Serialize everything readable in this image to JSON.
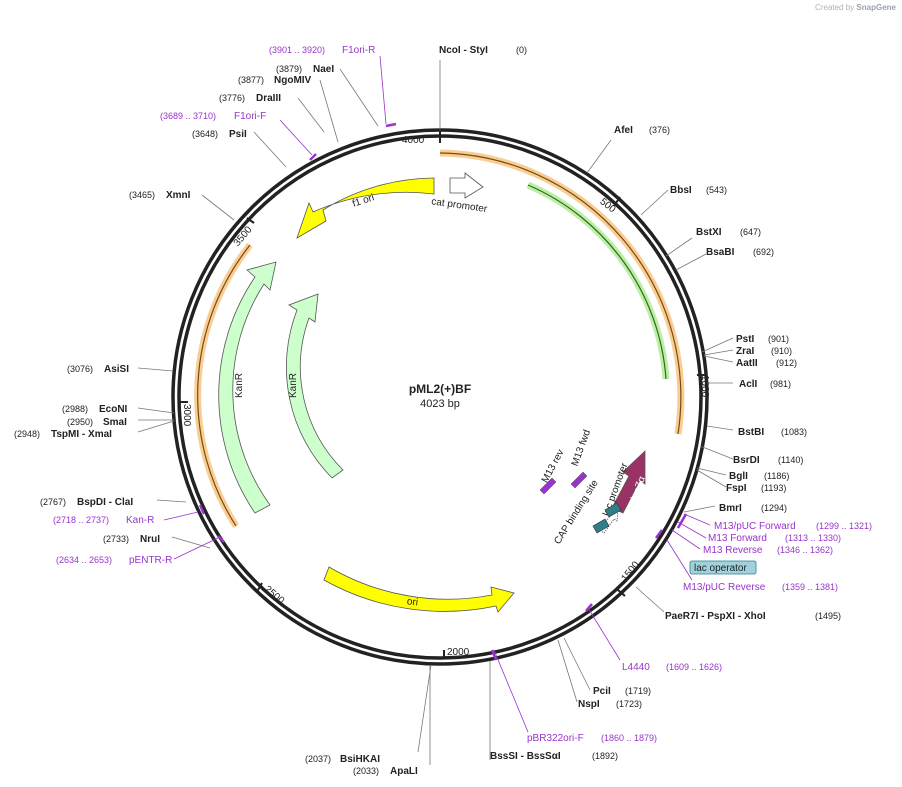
{
  "credit": {
    "prefix": "Created by",
    "brand": "SnapGene"
  },
  "plasmid": {
    "name": "pML2(+)BF",
    "length_label": "4023 bp",
    "length": 4023
  },
  "tick_labels": [
    "500",
    "1000",
    "1500",
    "2000",
    "2500",
    "3000",
    "3500",
    "4000"
  ],
  "colors": {
    "backbone": "#222222",
    "yellow": "#ffff00",
    "mint": "#ccffcc",
    "primer": "#9933cc",
    "laczalpha": "#993366",
    "teal": "#2e7f8a",
    "orange_glow": "#f6c27a",
    "green_glow": "#b7eba0"
  },
  "features": [
    {
      "name": "f1 ori",
      "color": "yellow"
    },
    {
      "name": "cat promoter",
      "color": "white"
    },
    {
      "name": "KanR",
      "color": "mint"
    },
    {
      "name": "KanR",
      "color": "mint"
    },
    {
      "name": "ori",
      "color": "yellow"
    },
    {
      "name": "lacZα",
      "color": "laczalpha"
    },
    {
      "name": "lac promoter",
      "color": "white"
    },
    {
      "name": "CAP binding site",
      "color": "teal"
    },
    {
      "name": "M13 rev",
      "color": "primer"
    },
    {
      "name": "M13 fwd",
      "color": "primer"
    }
  ],
  "enzymes": [
    {
      "name": "NcoI",
      "name2": "StyI",
      "pos": "(0)"
    },
    {
      "name": "AfeI",
      "pos": "(376)"
    },
    {
      "name": "BbsI",
      "pos": "(543)"
    },
    {
      "name": "BstXI",
      "pos": "(647)"
    },
    {
      "name": "BsaBI",
      "pos": "(692)"
    },
    {
      "name": "PstI",
      "pos": "(901)"
    },
    {
      "name": "ZraI",
      "pos": "(910)"
    },
    {
      "name": "AatII",
      "pos": "(912)"
    },
    {
      "name": "AclI",
      "pos": "(981)"
    },
    {
      "name": "BstBI",
      "pos": "(1083)"
    },
    {
      "name": "BsrDI",
      "pos": "(1140)"
    },
    {
      "name": "BglI",
      "pos": "(1186)"
    },
    {
      "name": "FspI",
      "pos": "(1193)"
    },
    {
      "name": "BmrI",
      "pos": "(1294)"
    },
    {
      "name": "PaeR7I",
      "name2": "PspXI",
      "name3": "XhoI",
      "pos": "(1495)"
    },
    {
      "name": "PciI",
      "pos": "(1719)"
    },
    {
      "name": "NspI",
      "pos": "(1723)"
    },
    {
      "name": "BssSI",
      "name2": "BssSαI",
      "pos": "(1892)"
    },
    {
      "name": "BsiHKAI",
      "pos": "(2037)"
    },
    {
      "name": "ApaLI",
      "pos": "(2033)"
    },
    {
      "name": "NruI",
      "pos": "(2733)"
    },
    {
      "name": "BspDI",
      "name2": "ClaI",
      "pos": "(2767)"
    },
    {
      "name": "TspMI",
      "name2": "XmaI",
      "pos": "(2948)"
    },
    {
      "name": "SmaI",
      "pos": "(2950)"
    },
    {
      "name": "EcoNI",
      "pos": "(2988)"
    },
    {
      "name": "AsiSI",
      "pos": "(3076)"
    },
    {
      "name": "XmnI",
      "pos": "(3465)"
    },
    {
      "name": "PsiI",
      "pos": "(3648)"
    },
    {
      "name": "DraIII",
      "pos": "(3776)"
    },
    {
      "name": "NgoMIV",
      "pos": "(3877)"
    },
    {
      "name": "NaeI",
      "pos": "(3879)"
    }
  ],
  "primers": [
    {
      "name": "F1ori-R",
      "range": "(3901 .. 3920)"
    },
    {
      "name": "F1ori-F",
      "range": "(3689 .. 3710)"
    },
    {
      "name": "M13/pUC Forward",
      "range": "(1299 .. 1321)"
    },
    {
      "name": "M13 Forward",
      "range": "(1313 .. 1330)"
    },
    {
      "name": "M13 Reverse",
      "range": "(1346 .. 1362)"
    },
    {
      "name": "M13/pUC Reverse",
      "range": "(1359 .. 1381)"
    },
    {
      "name": "L4440",
      "range": "(1609 .. 1626)"
    },
    {
      "name": "pBR322ori-F",
      "range": "(1860 .. 1879)"
    },
    {
      "name": "Kan-R",
      "range": "(2718 .. 2737)"
    },
    {
      "name": "pENTR-R",
      "range": "(2634 .. 2653)"
    }
  ],
  "lac_operator": "lac operator"
}
